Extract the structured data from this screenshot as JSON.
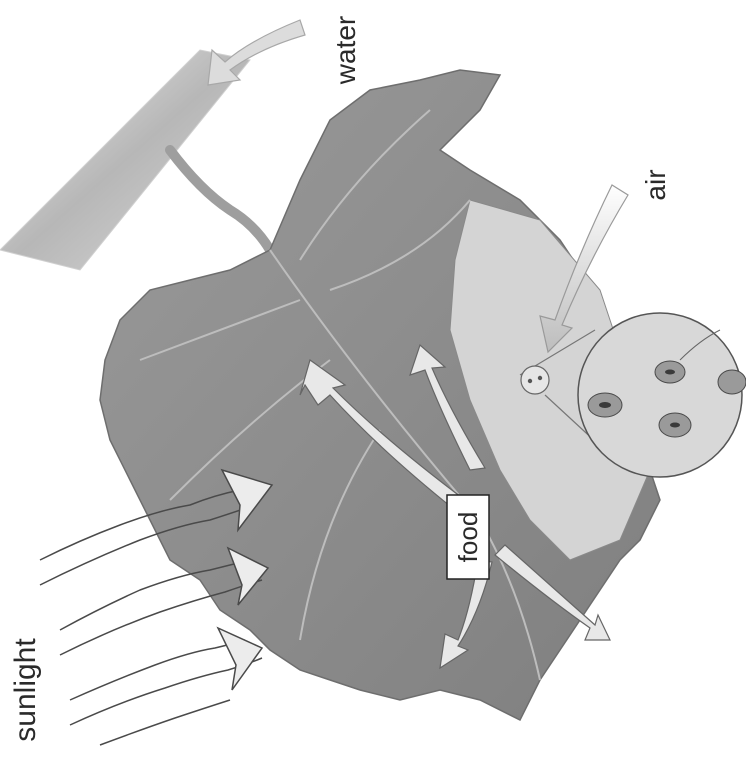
{
  "labels": {
    "water": "water",
    "air": "air",
    "food": "food",
    "sunlight": "sunlight"
  },
  "colors": {
    "leaf_dark": "#8c8c8c",
    "leaf_light": "#c9c9c9",
    "stem": "#bdbdbd",
    "arrow_fill": "#e6e6e6",
    "outline": "#555555"
  }
}
